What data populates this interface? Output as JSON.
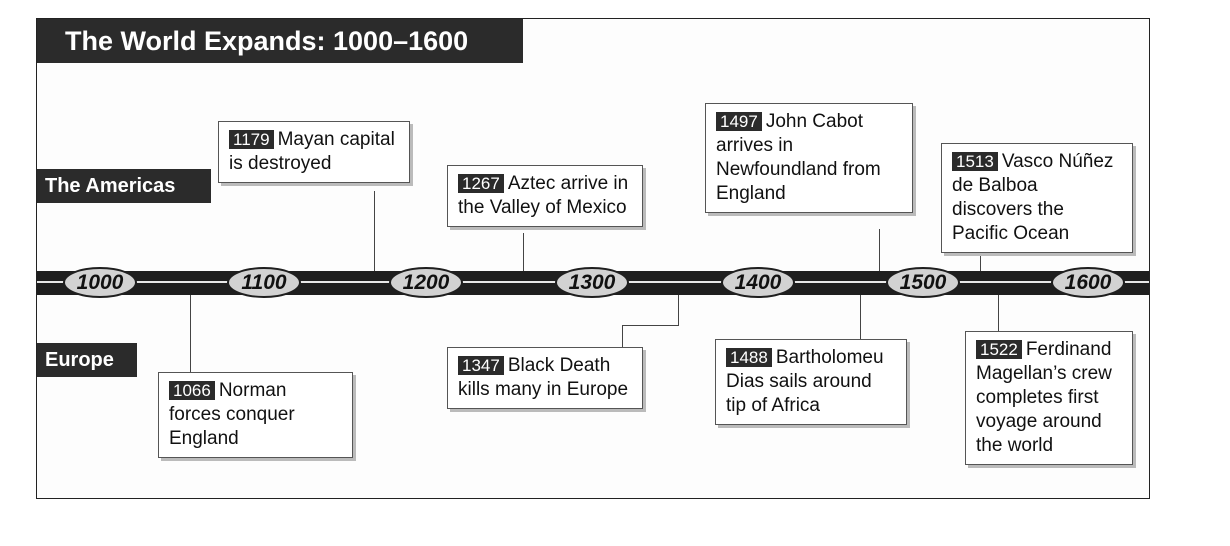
{
  "title": "The World Expands: 1000–1600",
  "regions": {
    "americas": "The Americas",
    "europe": "Europe"
  },
  "ticks": [
    "1000",
    "1100",
    "1200",
    "1300",
    "1400",
    "1500",
    "1600"
  ],
  "events": {
    "e1179": {
      "year": "1179",
      "text": "Mayan capital is destroyed"
    },
    "e1267": {
      "year": "1267",
      "text": "Aztec arrive in the Valley of Mexico"
    },
    "e1497": {
      "year": "1497",
      "text": "John Cabot arrives in Newfoundland from England"
    },
    "e1513": {
      "year": "1513",
      "text": "Vasco Núñez de Balboa discovers the Pacific Ocean"
    },
    "e1066": {
      "year": "1066",
      "text": "Norman forces conquer England"
    },
    "e1347": {
      "year": "1347",
      "text": "Black Death kills many in Europe"
    },
    "e1488": {
      "year": "1488",
      "text": "Bartholomeu Dias sails around tip of Africa"
    },
    "e1522": {
      "year": "1522",
      "text": "Ferdinand Magellan’s crew completes first voyage around the world"
    }
  },
  "colors": {
    "bar": "#1f1f1f",
    "tick_fill": "#d2d2d2",
    "label_bg": "#2b2b2b"
  }
}
